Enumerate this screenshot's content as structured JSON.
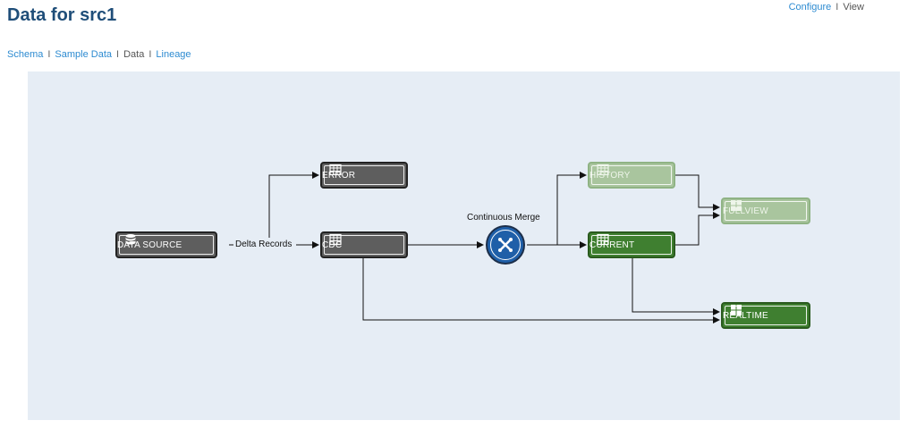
{
  "header": {
    "title": "Data for src1",
    "configure_link": "Configure",
    "view_label": "View",
    "separator": "I"
  },
  "tabs": {
    "schema": "Schema",
    "sample_data": "Sample Data",
    "data": "Data",
    "lineage": "Lineage",
    "separator": "I"
  },
  "lineage": {
    "nodes": {
      "data_source": "DATA SOURCE",
      "error": "ERROR",
      "cdc": "CDC",
      "history": "HISTORY",
      "current": "CURRENT",
      "fullview": "FULLVIEW",
      "realtime": "REALTIME"
    },
    "edge_labels": {
      "delta_records": "Delta Records",
      "continuous_merge": "Continuous Merge"
    }
  },
  "colors": {
    "title": "#1f4e79",
    "link": "#2d8bd1",
    "canvas_bg": "#e6edf5",
    "node_gray": "#5e5e5e",
    "node_green": "#3f7f30",
    "node_faded_green": "#a9c59e",
    "merge_blue": "#1f5fa8"
  },
  "icons": {
    "data_source": "database-icon",
    "table": "table-icon",
    "view": "grid-icon",
    "merge": "merge-icon"
  }
}
